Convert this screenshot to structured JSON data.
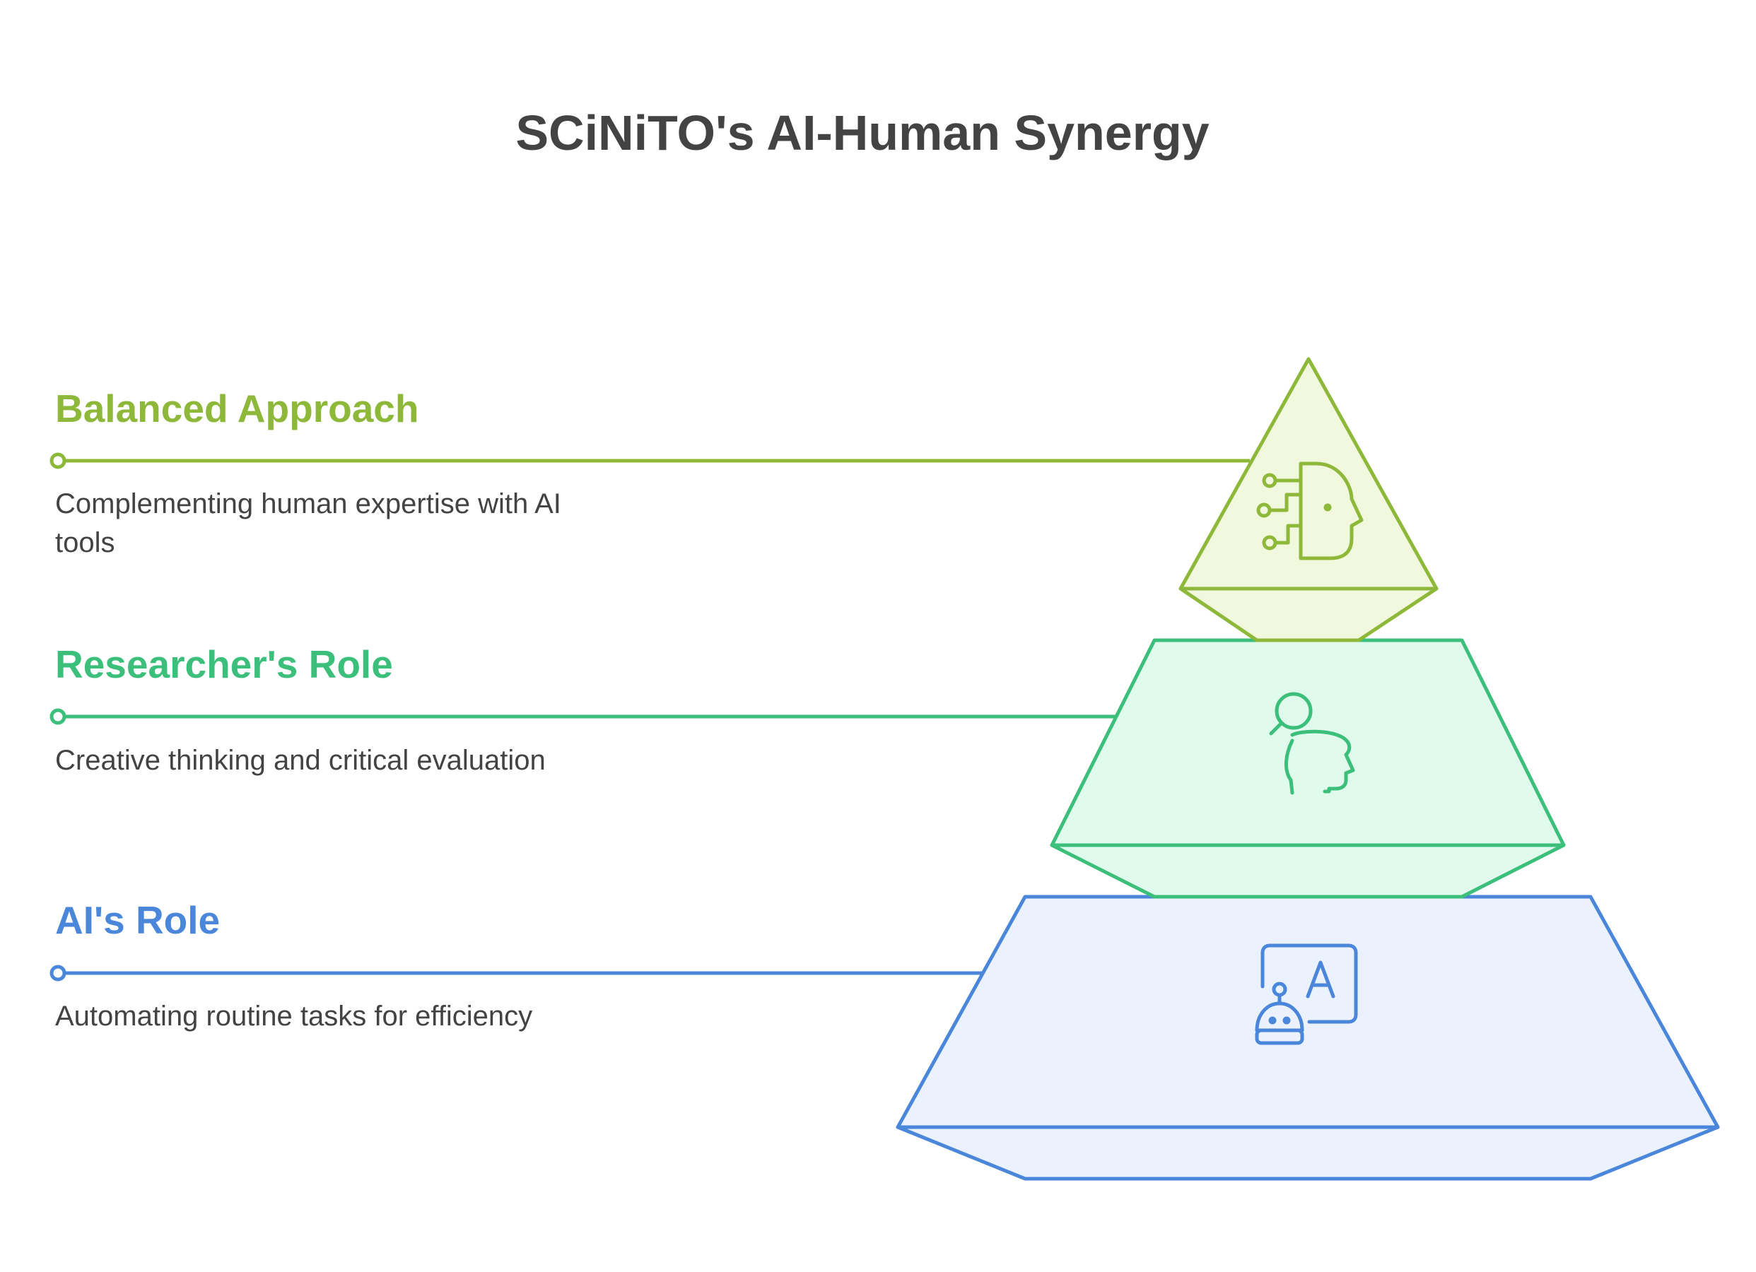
{
  "title": "SCiNiTO's AI-Human Synergy",
  "colors": {
    "green": "#8db83a",
    "teal": "#3bbf7a",
    "blue": "#4a86d9",
    "text": "#434343"
  },
  "levels": [
    {
      "label": "Balanced Approach",
      "description": "Complementing human expertise with AI tools",
      "icon": "ai-head-icon",
      "color": "#8db83a",
      "fill": "#f1f8dd"
    },
    {
      "label": "Researcher's Role",
      "description": "Creative thinking and critical evaluation",
      "icon": "researcher-icon",
      "color": "#3bbf7a",
      "fill": "#e0fbec"
    },
    {
      "label": "AI's Role",
      "description": "Automating routine tasks for efficiency",
      "icon": "robot-ai-icon",
      "color": "#4a86d9",
      "fill": "#ebf2fd"
    }
  ]
}
